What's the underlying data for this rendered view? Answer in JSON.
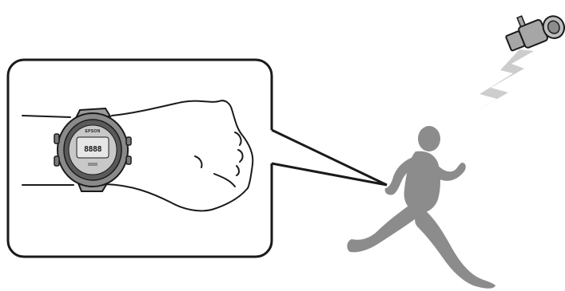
{
  "watch": {
    "brand": "EPSON",
    "display_main": "8888",
    "display_sub": "8888"
  },
  "colors": {
    "runner": "#8c8c8c",
    "signal": "#cdcdcd",
    "satellite": "#a6a6a6",
    "outline": "#1a1a1a"
  },
  "icons": {
    "satellite": "satellite-icon",
    "signal": "lightning-signal-icon",
    "runner": "runner-silhouette"
  }
}
